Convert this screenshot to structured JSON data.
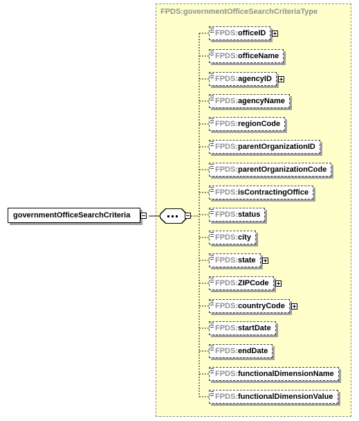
{
  "type_title": "FPDS:governmentOfficeSearchCriteriaType",
  "root_element": "governmentOfficeSearchCriteria",
  "prefix": "FPDS:",
  "elements": [
    {
      "name": "officeID",
      "expandable": true
    },
    {
      "name": "officeName",
      "expandable": false
    },
    {
      "name": "agencyID",
      "expandable": true
    },
    {
      "name": "agencyName",
      "expandable": false
    },
    {
      "name": "regionCode",
      "expandable": false
    },
    {
      "name": "parentOrganizationID",
      "expandable": false
    },
    {
      "name": "parentOrganizationCode",
      "expandable": false
    },
    {
      "name": "isContractingOffice",
      "expandable": false
    },
    {
      "name": "status",
      "expandable": false
    },
    {
      "name": "city",
      "expandable": false
    },
    {
      "name": "state",
      "expandable": true
    },
    {
      "name": "ZIPCode",
      "expandable": true
    },
    {
      "name": "countryCode",
      "expandable": true
    },
    {
      "name": "startDate",
      "expandable": false
    },
    {
      "name": "endDate",
      "expandable": false
    },
    {
      "name": "functionalDimensionName",
      "expandable": false
    },
    {
      "name": "functionalDimensionValue",
      "expandable": false
    }
  ]
}
